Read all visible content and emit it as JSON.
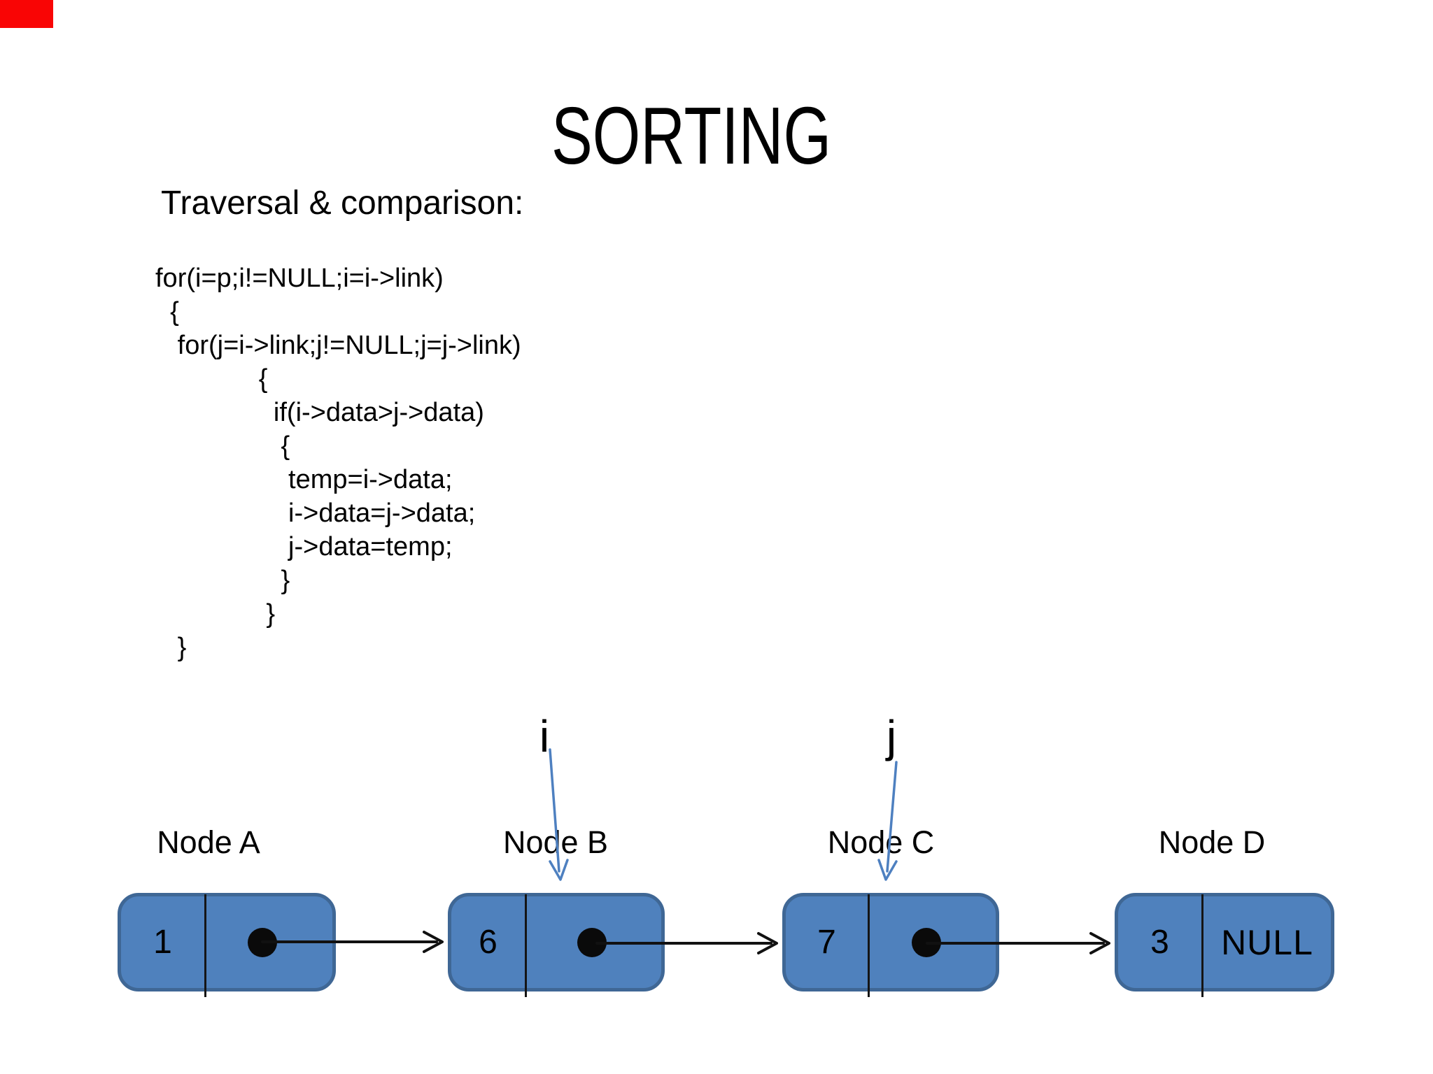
{
  "slide": {
    "title": "SORTING",
    "subtitle": "Traversal & comparison:"
  },
  "code": {
    "lines": [
      "for(i=p;i!=NULL;i=i->link)",
      "  {",
      "   for(j=i->link;j!=NULL;j=j->link)",
      "              {",
      "                if(i->data>j->data)",
      "                 {",
      "                  temp=i->data;",
      "                  i->data=j->data;",
      "                  j->data=temp;",
      "                 }",
      "               }",
      "   }"
    ]
  },
  "iterators": {
    "i": "i",
    "j": "j",
    "i_points_to": "Node B",
    "j_points_to": "Node C"
  },
  "nodes": [
    {
      "label": "Node A",
      "value": "1",
      "pointer": "",
      "points_to": "Node B"
    },
    {
      "label": "Node B",
      "value": "6",
      "pointer": "",
      "points_to": "Node C"
    },
    {
      "label": "Node C",
      "value": "7",
      "pointer": "",
      "points_to": "Node D"
    },
    {
      "label": "Node D",
      "value": "3",
      "pointer": "NULL",
      "points_to": ""
    }
  ],
  "colors": {
    "marker": "#f90505",
    "text": "#000000",
    "node_fill": "#4f81bd",
    "node_border": "#3f6795",
    "divider": "#151515",
    "connector": "#111111",
    "pointer_arrow": "#4e80c0"
  }
}
